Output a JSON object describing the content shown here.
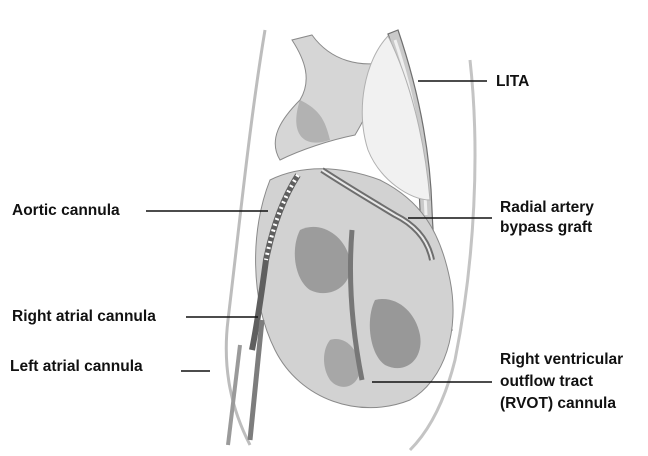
{
  "labels": {
    "lita": "LITA",
    "aortic_cannula": "Aortic cannula",
    "radial_artery_line1": "Radial artery",
    "radial_artery_line2": "bypass graft",
    "right_atrial_cannula": "Right atrial cannula",
    "left_atrial_cannula": "Left atrial cannula",
    "rvot_line1": "Right ventricular",
    "rvot_line2": "outflow tract",
    "rvot_line3": "(RVOT) cannula"
  },
  "colors": {
    "ink": "#111111",
    "tissue": "#b5b5b5",
    "shadow": "#7a7a7a",
    "background": "#ffffff"
  }
}
